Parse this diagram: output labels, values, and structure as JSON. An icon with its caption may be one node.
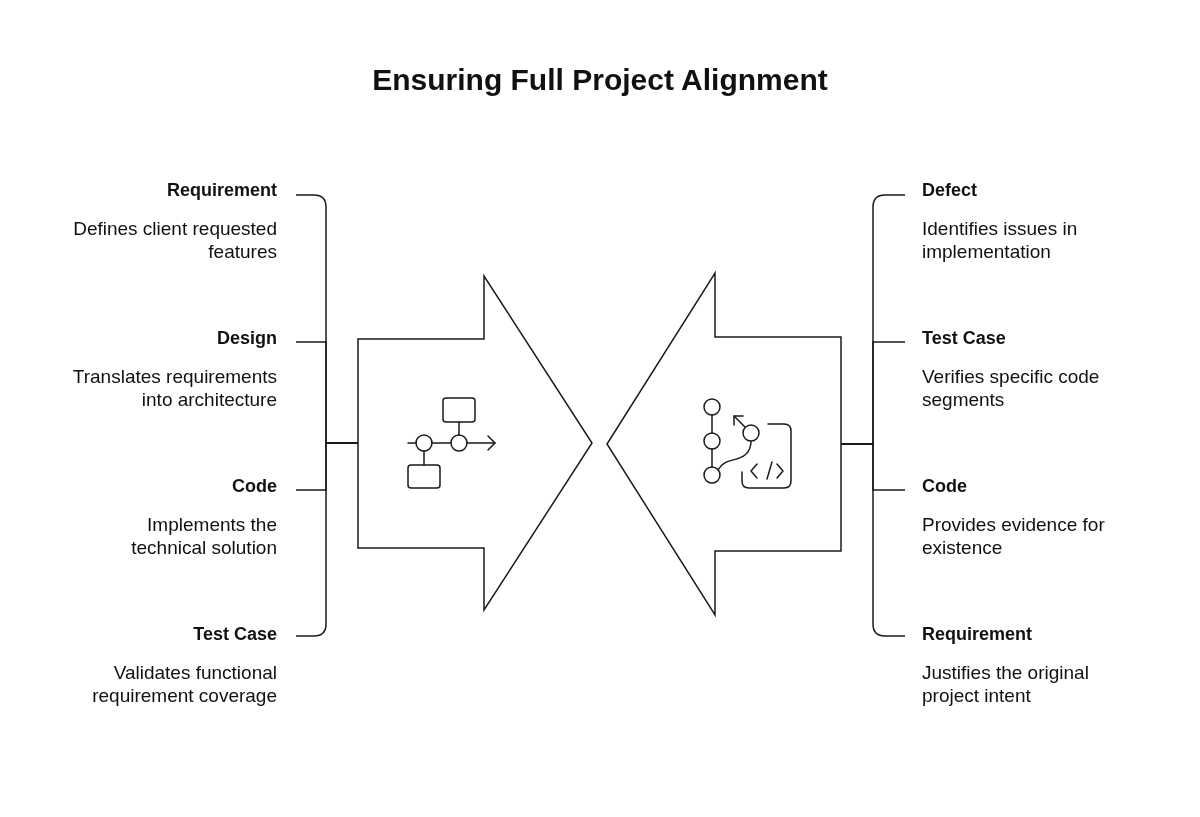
{
  "diagram": {
    "title": "Ensuring Full Project Alignment",
    "nodes": [
      {
        "text": [
          "Requirement",
          "Defines client requested features"
        ]
      },
      {
        "text": [
          "Design",
          "Translates requirements into architecture"
        ]
      },
      {
        "text": [
          "Code",
          "Implements the technical solution"
        ]
      },
      {
        "text": [
          "Test Case",
          "Validates functional requirement coverage"
        ]
      },
      {
        "text": [],
        "shape": "arrow"
      },
      {
        "text": [],
        "shape": "arrow"
      },
      {
        "text": [
          "Defect",
          "Identifies issues in implementation"
        ]
      },
      {
        "text": [
          "Test Case",
          "Verifies specific code segments"
        ]
      },
      {
        "text": [
          "Code",
          "Provides evidence for existence"
        ]
      },
      {
        "text": [
          "Requirement",
          "Justifies the original project intent"
        ]
      }
    ],
    "edges": [
      {
        "from": 0,
        "to": 4,
        "arrow": "none"
      },
      {
        "from": 1,
        "to": 4,
        "arrow": "none"
      },
      {
        "from": 2,
        "to": 4,
        "arrow": "none"
      },
      {
        "from": 3,
        "to": 4,
        "arrow": "none"
      },
      {
        "from": 6,
        "to": 5,
        "arrow": "none"
      },
      {
        "from": 7,
        "to": 5,
        "arrow": "none"
      },
      {
        "from": 8,
        "to": 5,
        "arrow": "none"
      },
      {
        "from": 9,
        "to": 5,
        "arrow": "none"
      }
    ]
  }
}
